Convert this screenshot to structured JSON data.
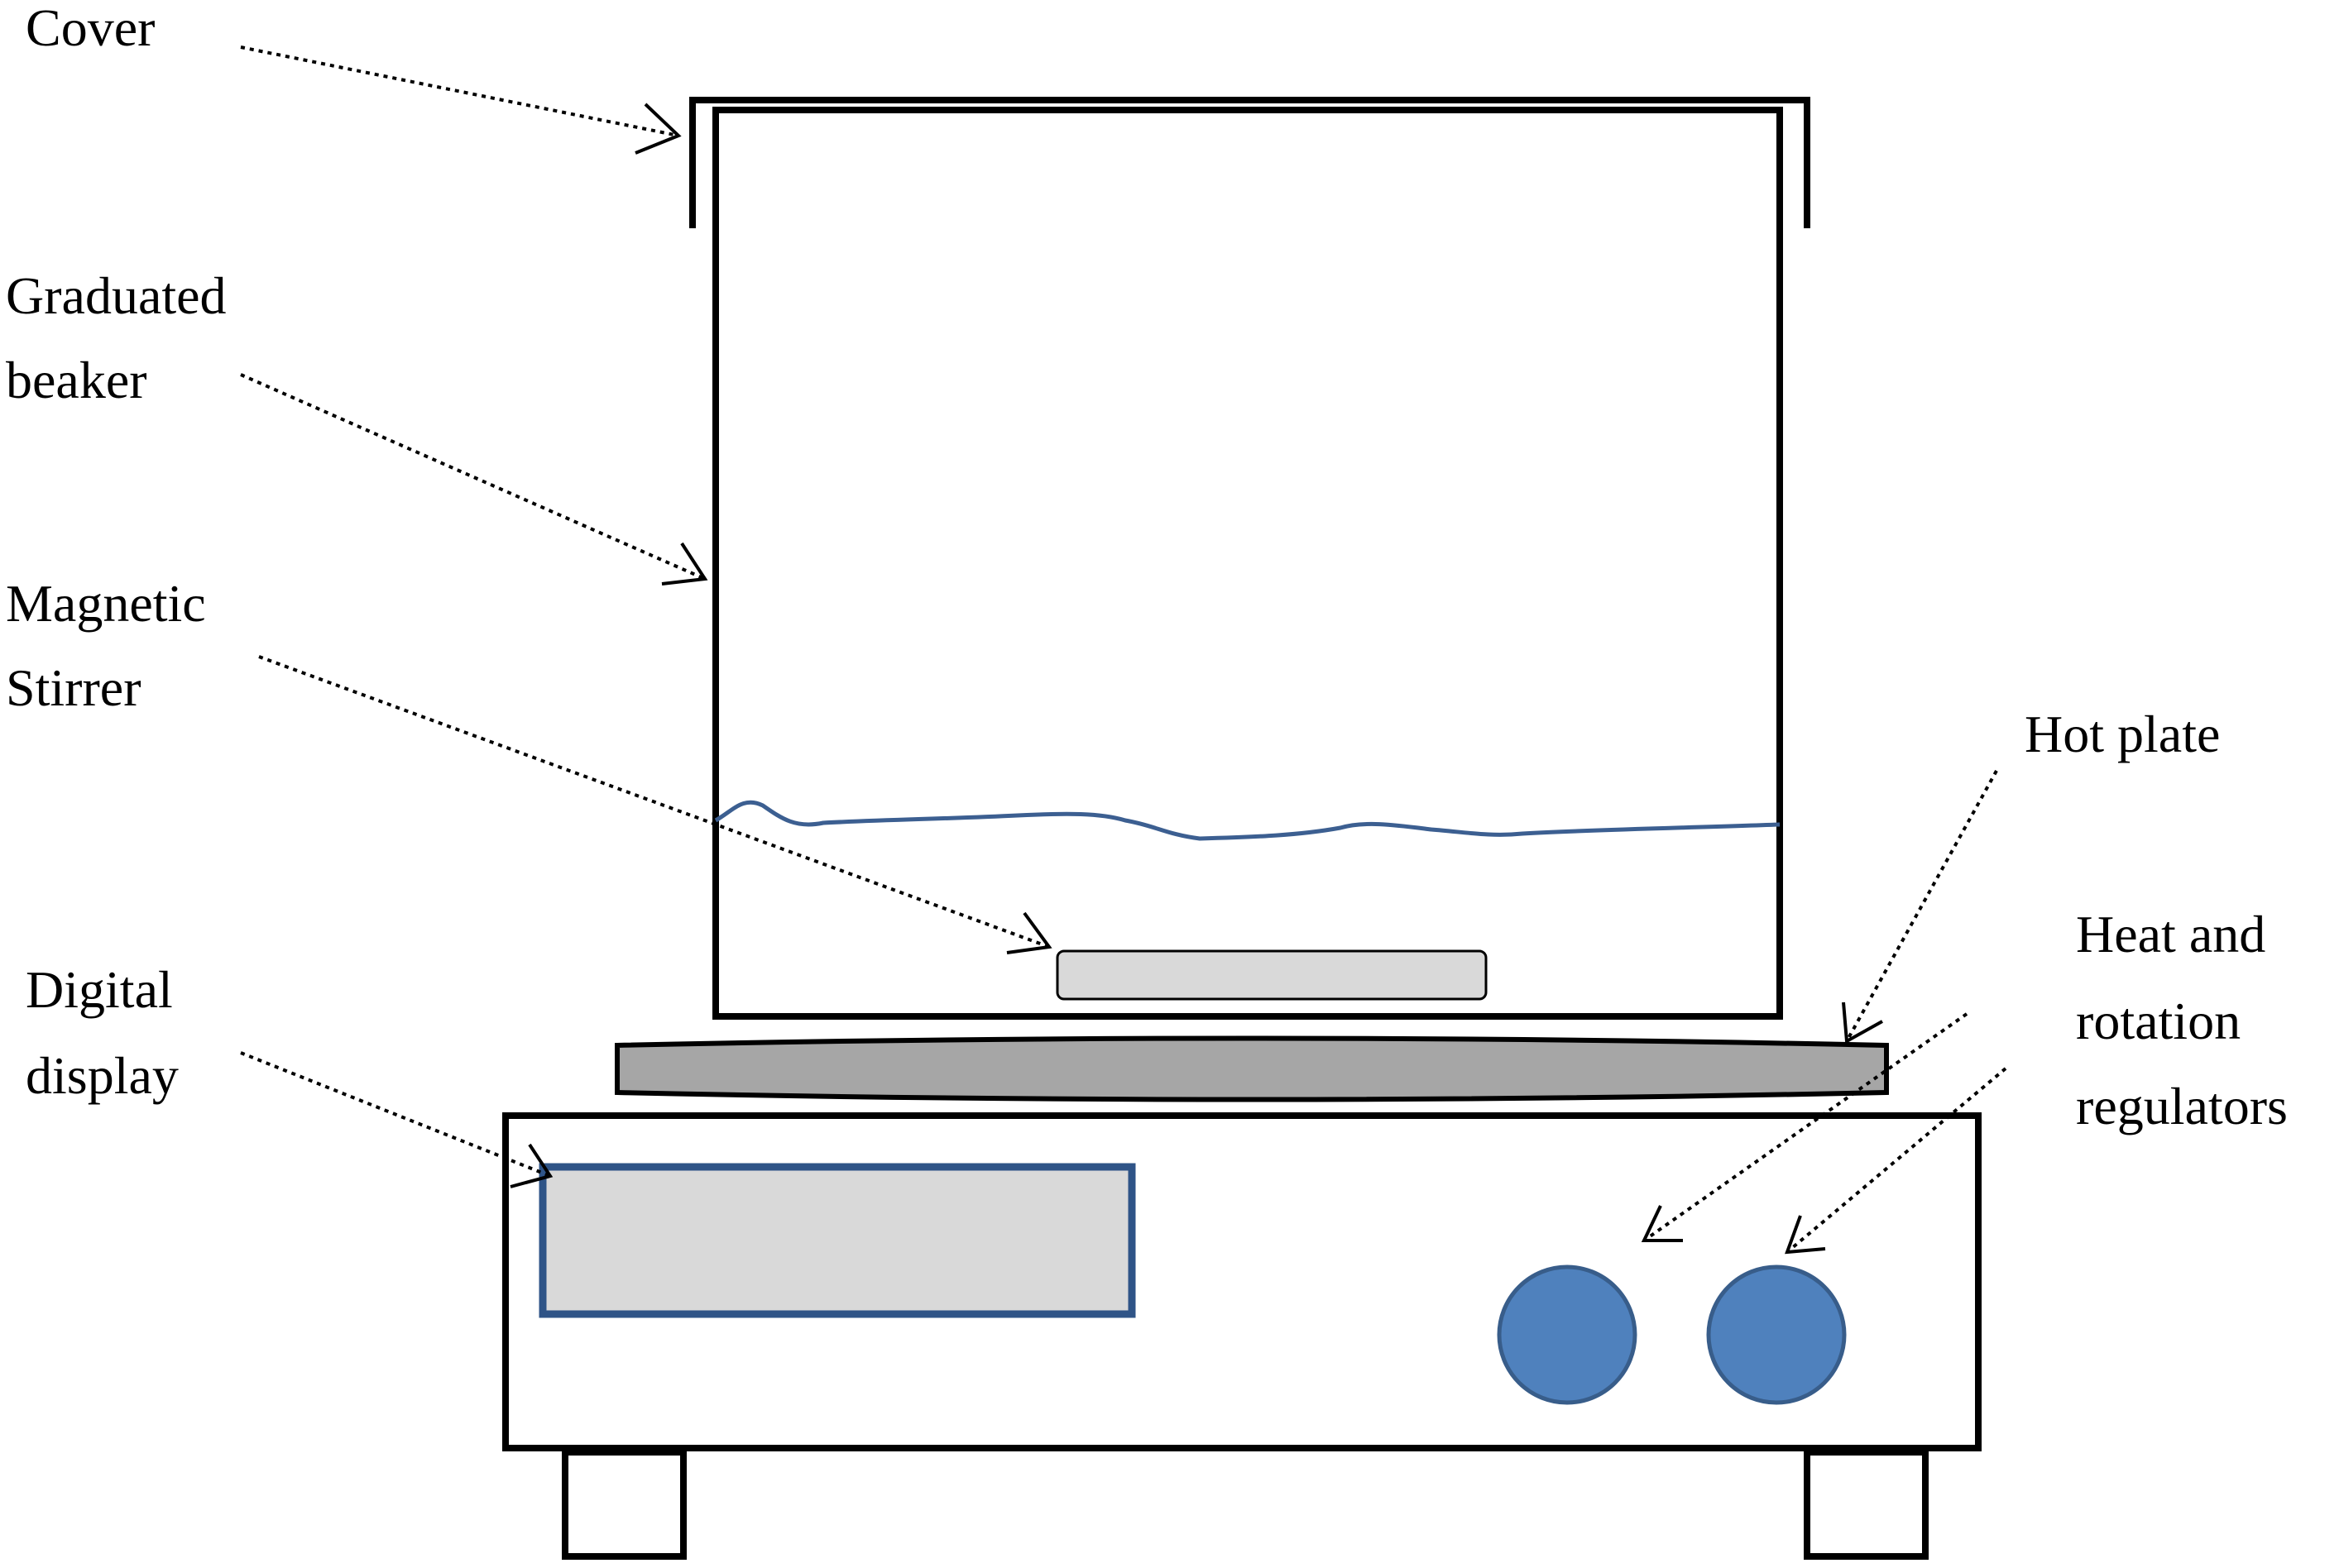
{
  "labels": {
    "cover": "Cover",
    "graduated_beaker": [
      "Graduated",
      "beaker"
    ],
    "magnetic_stirrer": [
      "Magnetic",
      "Stirrer"
    ],
    "hot_plate": "Hot plate",
    "heat_rotation": [
      "Heat and",
      "rotation",
      "regulators"
    ],
    "digital_display": [
      "Digital",
      "display"
    ]
  },
  "colors": {
    "line": "#000000",
    "liquid": "#3c5f91",
    "stir_bar": "#d9d9d9",
    "hot_plate": "#a6a6a6",
    "display_fill": "#d9d9d9",
    "display_border": "#2f5487",
    "knob_fill": "#4f81bd",
    "knob_border": "#385d8a"
  }
}
